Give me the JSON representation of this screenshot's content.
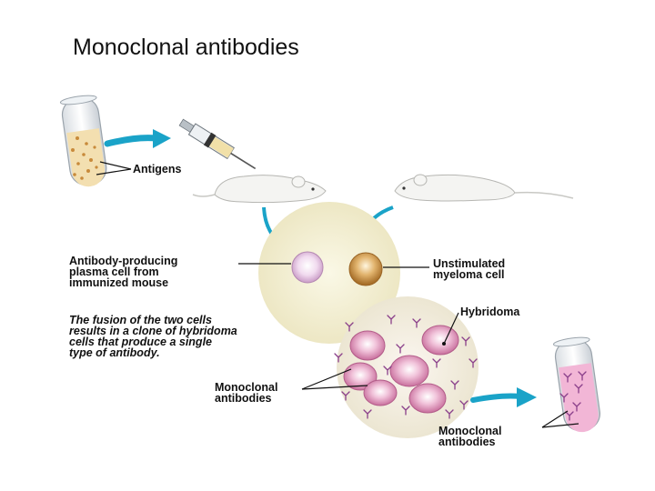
{
  "title": "Monoclonal antibodies",
  "labels": {
    "antigens": "Antigens",
    "plasma_cell": [
      "Antibody-producing",
      "plasma cell from",
      "immunized mouse"
    ],
    "myeloma_cell": [
      "Unstimulated",
      "myeloma cell"
    ],
    "hybridoma": "Hybridoma",
    "fusion_caption": [
      "The fusion of the two cells",
      "results in a clone of hybridoma",
      "cells that produce a single",
      "type of antibody."
    ],
    "monoclonal_left": [
      "Monoclonal",
      "antibodies"
    ],
    "monoclonal_right": [
      "Monoclonal",
      "antibodies"
    ]
  },
  "colors": {
    "arrow": "#1aa3c8",
    "tube_liquid_antigen": "#f3dfb0",
    "tube_liquid_antibody": "#f2b6d6",
    "plasma_cell": "#e9c9e6",
    "myeloma_cell": "#d9a256",
    "hybridoma_cell": "#e6a9c7",
    "circle_bg": "#f4f0d6"
  }
}
